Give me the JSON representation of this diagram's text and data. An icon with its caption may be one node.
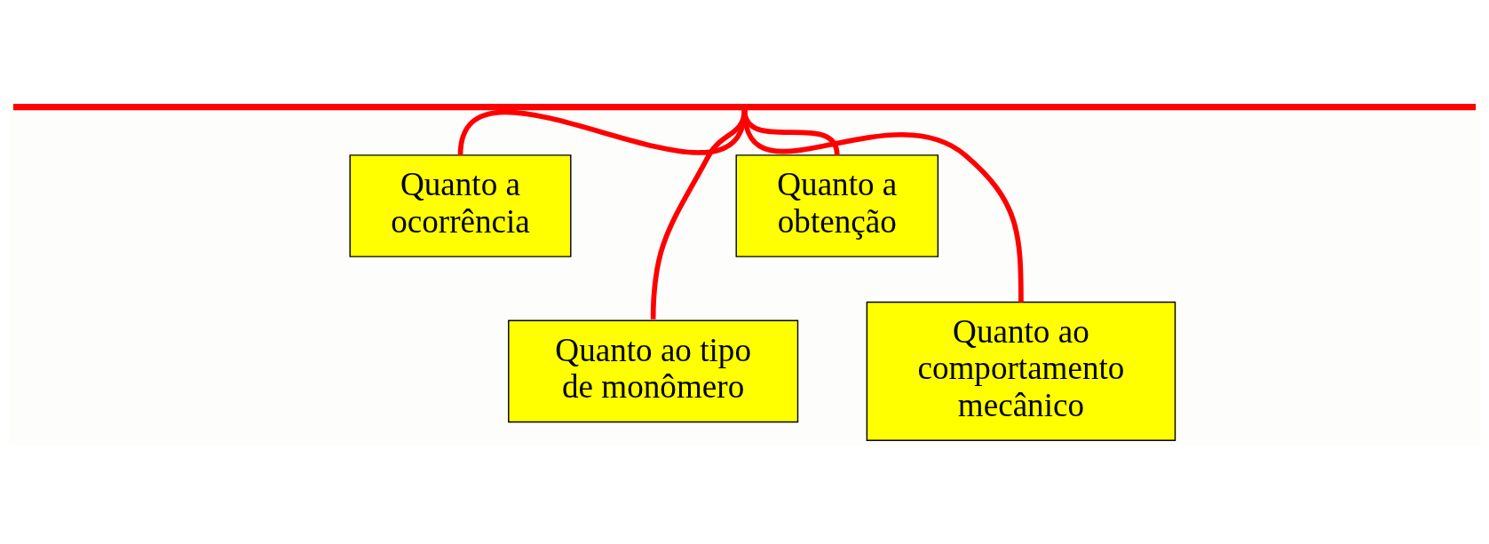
{
  "diagram": {
    "nodes": [
      {
        "text": [],
        "shape": "bar"
      },
      {
        "text": [
          "Quanto a ocorrência"
        ]
      },
      {
        "text": [
          "Quanto ao tipo de monômero"
        ]
      },
      {
        "text": [
          "Quanto a obtenção"
        ]
      },
      {
        "text": [
          "Quanto ao comportamento mecânico"
        ]
      }
    ],
    "edges": [
      {
        "from": 0,
        "to": 1,
        "arrow": "none"
      },
      {
        "from": 0,
        "to": 2,
        "arrow": "none"
      },
      {
        "from": 0,
        "to": 3,
        "arrow": "none"
      },
      {
        "from": 0,
        "to": 4,
        "arrow": "none"
      }
    ]
  }
}
